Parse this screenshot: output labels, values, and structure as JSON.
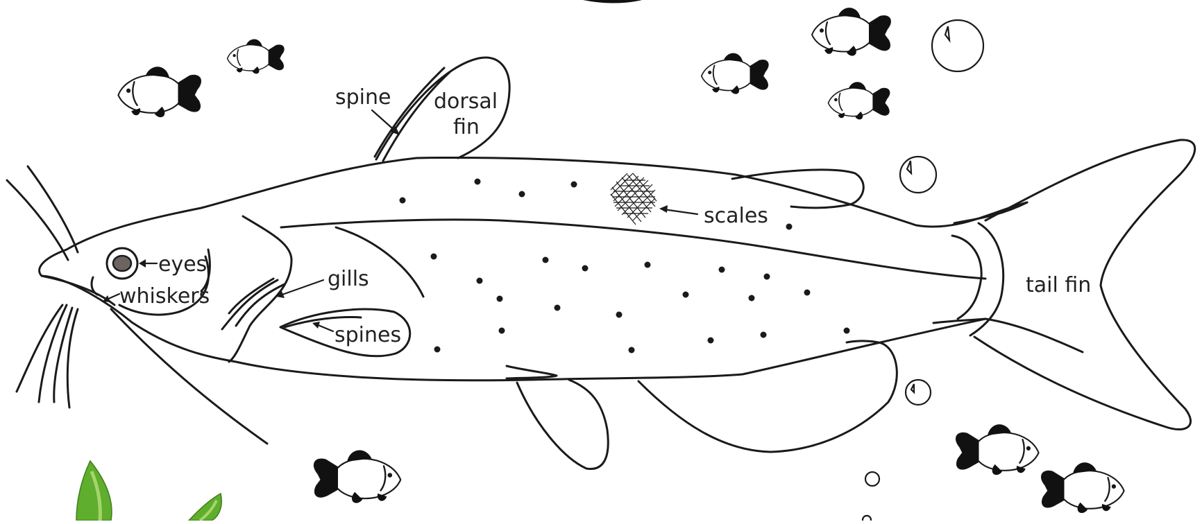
{
  "diagram": {
    "labels": {
      "spine": "spine",
      "dorsal_fin_line1": "dorsal",
      "dorsal_fin_line2": "fin",
      "scales": "scales",
      "eyes": "eyes",
      "whiskers": "whiskers",
      "gills": "gills",
      "spines": "spines",
      "tail_fin": "tail fin"
    }
  },
  "colors": {
    "outline": "#1a1a1a",
    "label_text": "#222222",
    "eye_fill": "#6b6460",
    "plant_green": "#5fae2e",
    "plant_light": "#a6d46b"
  },
  "icons": {
    "small_fish": "fish-icon",
    "bubble": "bubble-icon",
    "plant": "plant-icon"
  }
}
